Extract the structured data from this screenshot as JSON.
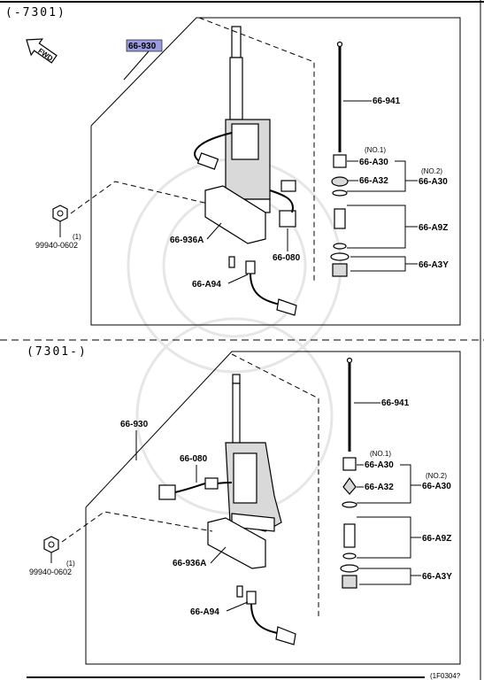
{
  "sections": [
    {
      "range": "(-7301)",
      "parts": {
        "assembly": "66-930",
        "rod": "66-941",
        "no1_note": "(NO.1)",
        "a30_upper": "66-A30",
        "a32": "66-A32",
        "no2_note": "(NO.2)",
        "a30_lower": "66-A30",
        "a9z": "66-A9Z",
        "a3y": "66-A3Y",
        "bracket": "66-936A",
        "connector": "66-080",
        "cable": "66-A94",
        "nut_qty": "(1)",
        "nut": "99940-0602"
      },
      "fwd": "FWD"
    },
    {
      "range": "(7301-)",
      "parts": {
        "assembly": "66-930",
        "rod": "66-941",
        "no1_note": "(NO.1)",
        "a30_upper": "66-A30",
        "a32": "66-A32",
        "no2_note": "(NO.2)",
        "a30_lower": "66-A30",
        "a9z": "66-A9Z",
        "a3y": "66-A3Y",
        "bracket": "66-936A",
        "connector": "66-080",
        "cable": "66-A94",
        "nut_qty": "(1)",
        "nut": "99940-0602"
      }
    }
  ],
  "footer": {
    "code": "(1F0304?"
  },
  "highlight_color": "#9c9ce0"
}
